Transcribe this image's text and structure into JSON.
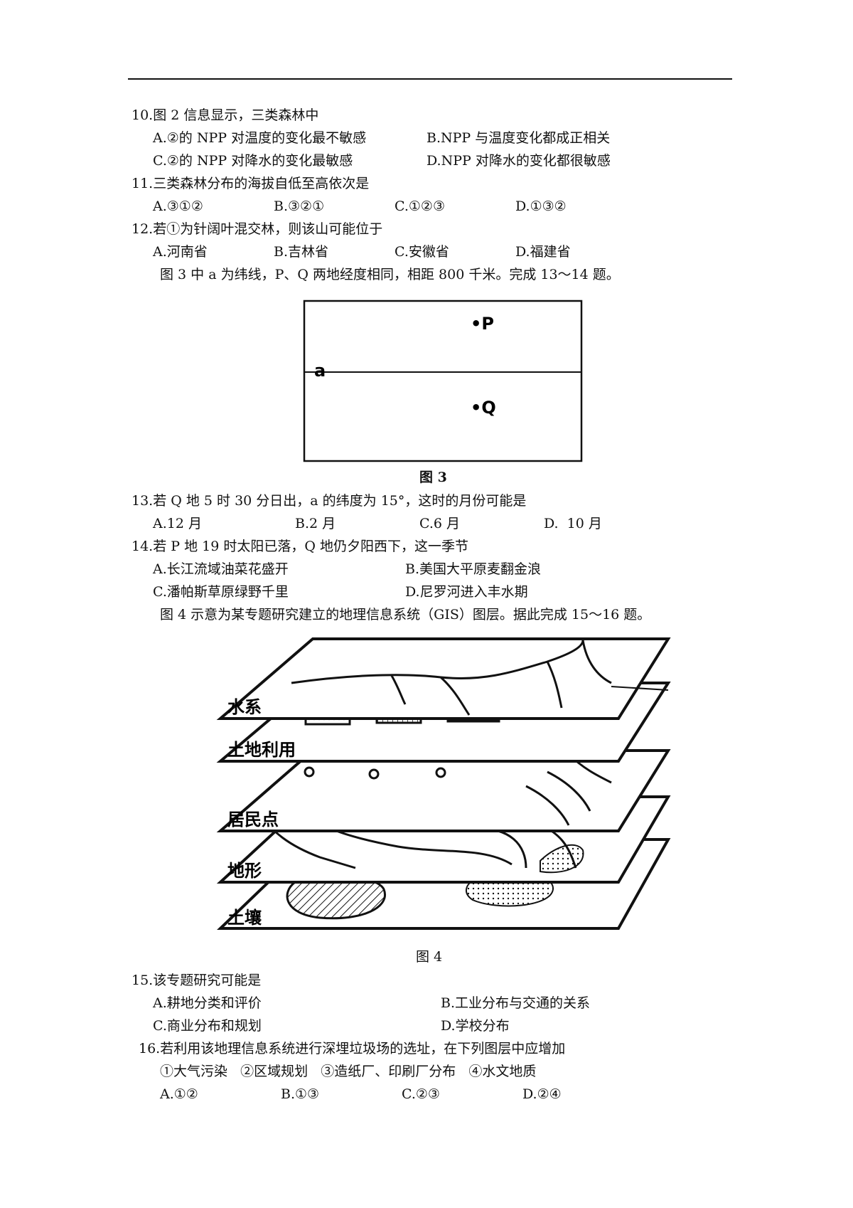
{
  "questions": {
    "q10": {
      "stem": "10.图 2 信息显示，三类森林中",
      "A": "A.②的 NPP 对温度的变化最不敏感",
      "B": "B.NPP 与温度变化都成正相关",
      "C": "C.②的 NPP 对降水的变化最敏感",
      "D": "D.NPP 对降水的变化都很敏感"
    },
    "q11": {
      "stem": "11.三类森林分布的海拔自低至高依次是",
      "A": "A.③①②",
      "B": "B.③②①",
      "C": "C.①②③",
      "D": "D.①③②"
    },
    "q12": {
      "stem": "12.若①为针阔叶混交林，则该山可能位于",
      "A": "A.河南省",
      "B": "B.吉林省",
      "C": "C.安徽省",
      "D": "D.福建省"
    },
    "intro3": "图 3 中 a 为纬线，P、Q 两地经度相同，相距 800 千米。完成 13～14 题。",
    "fig3": {
      "caption": "图 3",
      "label_a": "a",
      "label_p": "•P",
      "label_q": "•Q"
    },
    "q13": {
      "stem": "13.若 Q 地 5 时 30 分日出，a 的纬度为 15°，这时的月份可能是",
      "A": "A.12 月",
      "B": "B.2 月",
      "C": "C.6 月",
      "D": "D.  10 月"
    },
    "q14": {
      "stem": "14.若 P 地 19 时太阳已落，Q 地仍夕阳西下，这一季节",
      "A": "A.长江流域油菜花盛开",
      "B": "B.美国大平原麦翻金浪",
      "C": "C.潘帕斯草原绿野千里",
      "D": "D.尼罗河进入丰水期"
    },
    "intro4": "图 4 示意为某专题研究建立的地理信息系统（GIS）图层。据此完成 15～16 题。",
    "fig4": {
      "caption": "图 4",
      "layers": [
        "水系",
        "土地利用",
        "居民点",
        "地形",
        "土壤"
      ]
    },
    "q15": {
      "stem": "15.该专题研究可能是",
      "A": "A.耕地分类和评价",
      "B": "B.工业分布与交通的关系",
      "C": "C.商业分布和规划",
      "D": "D.学校分布"
    },
    "q16": {
      "stem": "16.若利用该地理信息系统进行深埋垃圾场的选址，在下列图层中应增加",
      "items": "①大气污染   ②区域规划   ③造纸厂、印刷厂分布   ④水文地质",
      "A": "A.①②",
      "B": "B.①③",
      "C": "C.②③",
      "D": "D.②④"
    }
  }
}
